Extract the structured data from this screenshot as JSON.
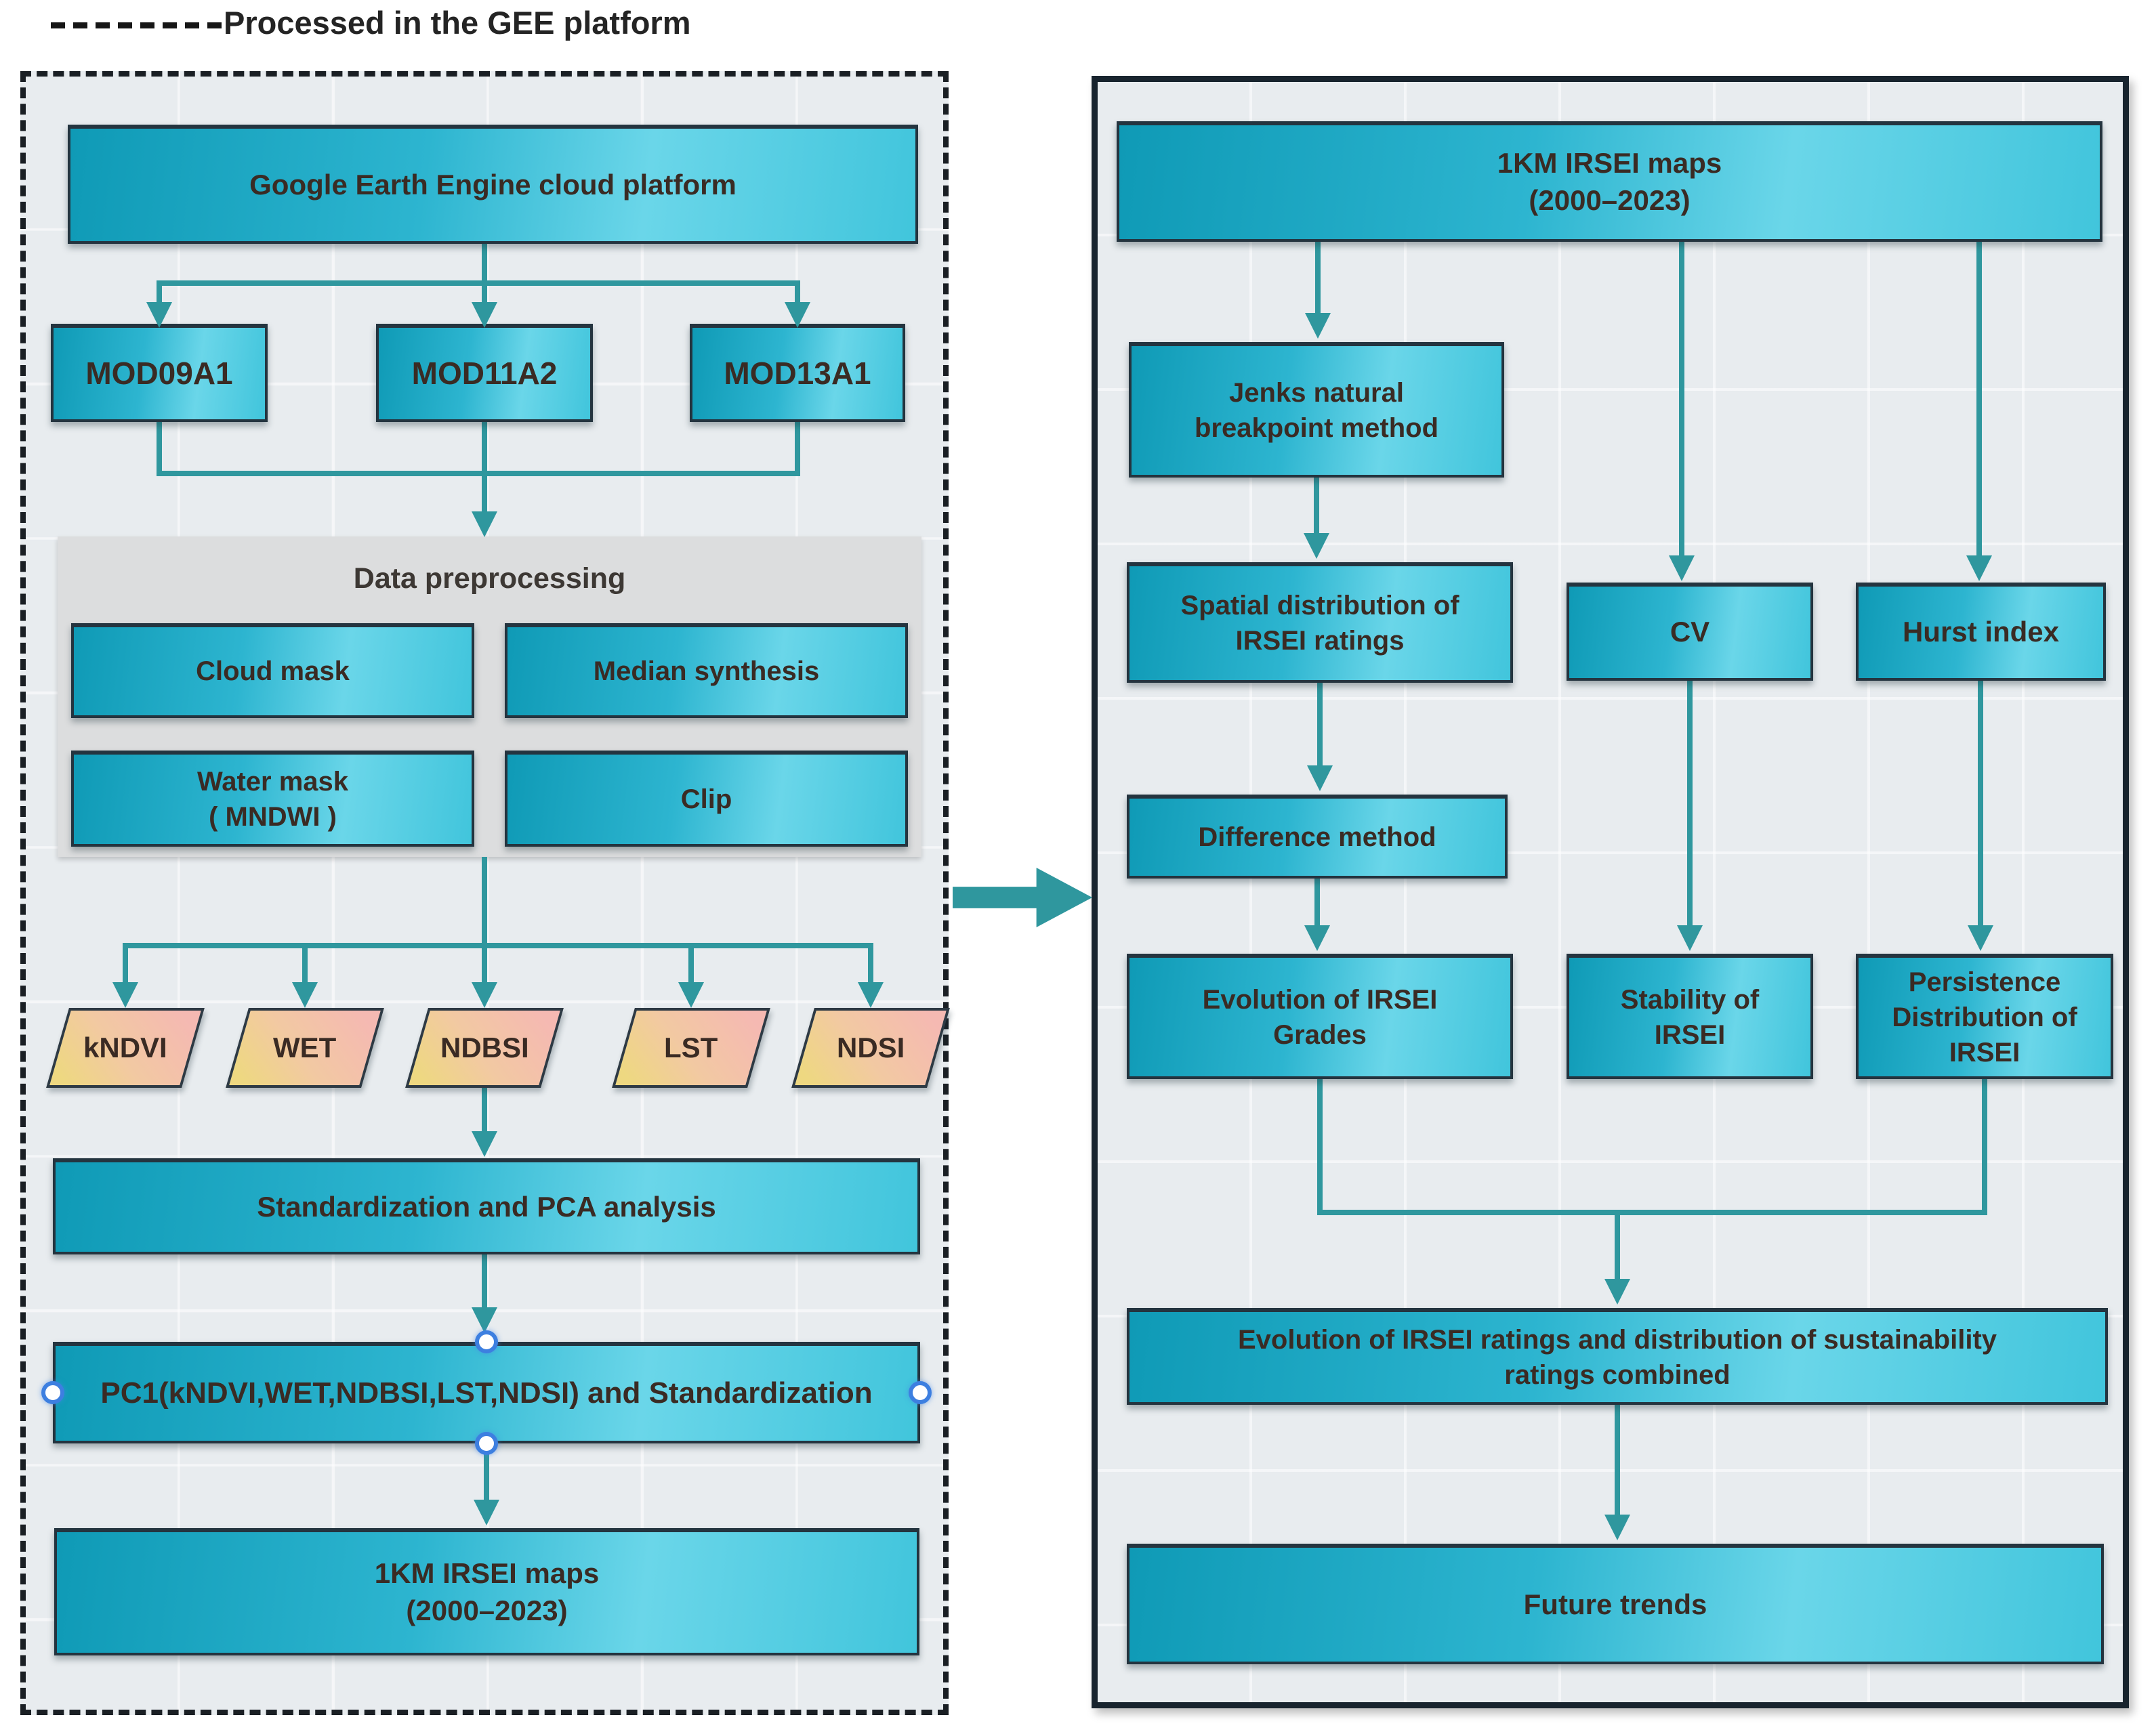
{
  "legend": {
    "label": "Processed in the GEE platform"
  },
  "left_panel": {
    "gee": "Google Earth Engine cloud platform",
    "mod09a1": "MOD09A1",
    "mod11a2": "MOD11A2",
    "mod13a1": "MOD13A1",
    "preprocessing": {
      "title": "Data preprocessing",
      "cloud_mask": "Cloud mask",
      "median_synthesis": "Median synthesis",
      "water_mask": "Water mask\n( MNDWI )",
      "clip": "Clip"
    },
    "indices": [
      "kNDVI",
      "WET",
      "NDBSI",
      "LST",
      "NDSI"
    ],
    "pca": "Standardization and PCA analysis",
    "pc1": "PC1(kNDVI,WET,NDBSI,LST,NDSI) and Standardization",
    "irsei_maps": "1KM IRSEI maps\n(2000–2023)"
  },
  "right_panel": {
    "irsei_maps": "1KM IRSEI maps\n(2000–2023)",
    "jenks": "Jenks natural\nbreakpoint method",
    "spatial": "Spatial distribution of\nIRSEI ratings",
    "cv": "CV",
    "hurst": "Hurst index",
    "difference": "Difference method",
    "evolution_grades": "Evolution of IRSEI\nGrades",
    "stability": "Stability of\nIRSEI",
    "persistence": "Persistence\nDistribution of\nIRSEI",
    "combined": "Evolution of IRSEI ratings and distribution of sustainability\nratings combined",
    "future": "Future trends"
  },
  "colors": {
    "connector": "#2f979e",
    "node-border": "#24343f",
    "node-grad-1": "#0f9ab6",
    "node-grad-2": "#2db5d0",
    "node-grad-3": "#6ad6e9",
    "node-grad-4": "#41c5dc",
    "node-text": "#3a2b24",
    "panel-bg": "#e8ecef",
    "para-pink": "#f5b9b2",
    "para-mid": "#f2c9a2",
    "para-yellow": "#eed881",
    "para-border": "#2e3a44",
    "gray-box": "#dcddde",
    "handle-ring": "#3d7fe0",
    "left-border": "#1a1f24",
    "right-border": "#18242e",
    "legend-text-color": "#242424"
  }
}
